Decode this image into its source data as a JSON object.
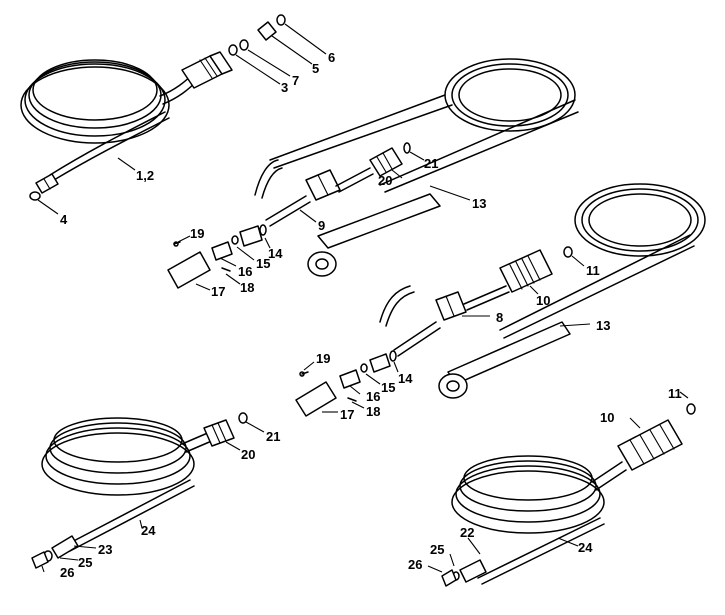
{
  "labels": {
    "p1_2": "1,2",
    "p3": "3",
    "p4": "4",
    "p5": "5",
    "p6": "6",
    "p7": "7",
    "p8": "8",
    "p9": "9",
    "p10a": "10",
    "p10b": "10",
    "p11a": "11",
    "p11b": "11",
    "p13a": "13",
    "p13b": "13",
    "p14a": "14",
    "p14b": "14",
    "p15a": "15",
    "p15b": "15",
    "p16a": "16",
    "p16b": "16",
    "p17a": "17",
    "p17b": "17",
    "p18a": "18",
    "p18b": "18",
    "p19a": "19",
    "p19b": "19",
    "p20a": "20",
    "p20b": "20",
    "p21a": "21",
    "p21b": "21",
    "p22": "22",
    "p23": "23",
    "p24a": "24",
    "p24b": "24",
    "p25a": "25",
    "p25b": "25",
    "p26a": "26",
    "p26b": "26"
  }
}
